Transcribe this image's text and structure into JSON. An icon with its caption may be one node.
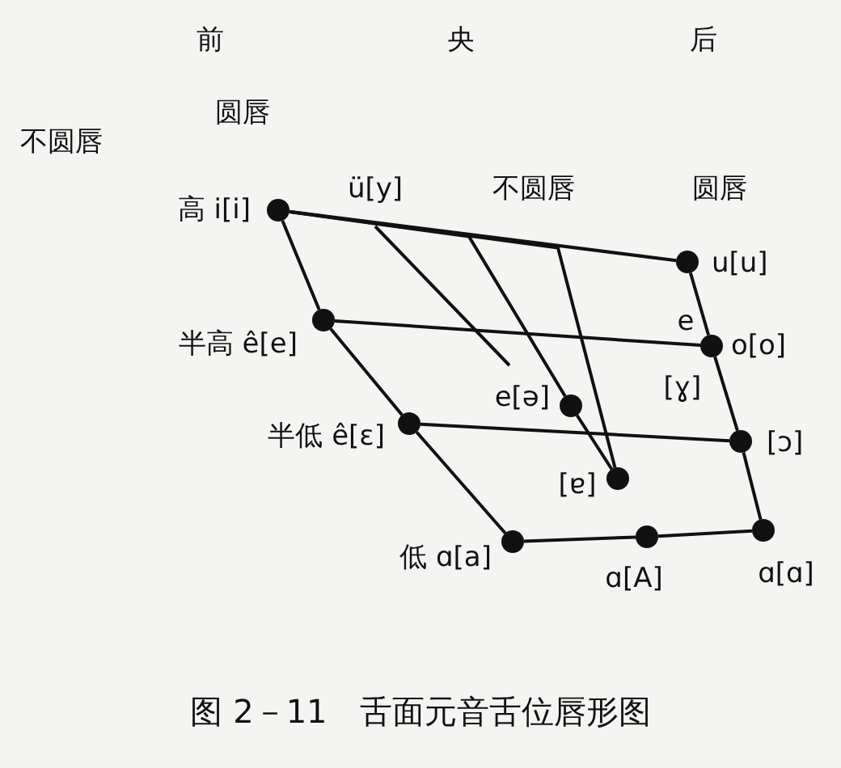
{
  "diagram": {
    "caption": "图 2－11　舌面元音舌位唇形图",
    "nodes": [
      {
        "text": [],
        "shape": "circle",
        "beside": [
          "高 i[i]"
        ]
      },
      {
        "text": [],
        "shape": "circle",
        "beside": [
          "u[u]"
        ]
      },
      {
        "text": [],
        "shape": "circle",
        "beside": [
          "半高 ê[e]"
        ]
      },
      {
        "text": [],
        "shape": "circle",
        "beside": [
          "e",
          "o[o]",
          "[ɣ]"
        ]
      },
      {
        "text": [],
        "shape": "circle",
        "beside": [
          "e[ə]"
        ]
      },
      {
        "text": [],
        "shape": "circle",
        "beside": [
          "半低 ê[ε]"
        ]
      },
      {
        "text": [],
        "shape": "circle",
        "beside": [
          "[ɔ]"
        ]
      },
      {
        "text": [],
        "shape": "circle",
        "beside": [
          "[ɐ]"
        ]
      },
      {
        "text": [],
        "shape": "circle",
        "beside": [
          "低 ɑ[a]"
        ]
      },
      {
        "text": [],
        "shape": "circle",
        "beside": [
          "ɑ[A]"
        ]
      },
      {
        "text": [],
        "shape": "circle",
        "beside": [
          "ɑ[ɑ]"
        ]
      }
    ],
    "edges": [
      {
        "from": 0,
        "to": 1,
        "arrow": "none"
      },
      {
        "from": 0,
        "to": 2,
        "arrow": "none"
      },
      {
        "from": 2,
        "to": 5,
        "arrow": "none"
      },
      {
        "from": 5,
        "to": 8,
        "arrow": "none"
      },
      {
        "from": 1,
        "to": 3,
        "arrow": "none"
      },
      {
        "from": 3,
        "to": 6,
        "arrow": "none"
      },
      {
        "from": 6,
        "to": 10,
        "arrow": "none"
      },
      {
        "from": 2,
        "to": 3,
        "arrow": "none"
      },
      {
        "from": 5,
        "to": 6,
        "arrow": "none"
      },
      {
        "from": 8,
        "to": 9,
        "arrow": "none"
      },
      {
        "from": 9,
        "to": 10,
        "arrow": "none"
      },
      {
        "from": 0,
        "to": 4,
        "arrow": "none"
      },
      {
        "from": 4,
        "to": 7,
        "arrow": "none"
      },
      {
        "from": 0,
        "to": 7,
        "arrow": "none"
      }
    ],
    "labels": [
      "前",
      "央",
      "后",
      "圆唇",
      "不圆唇",
      "ü[y]",
      "不圆唇",
      "圆唇"
    ]
  }
}
